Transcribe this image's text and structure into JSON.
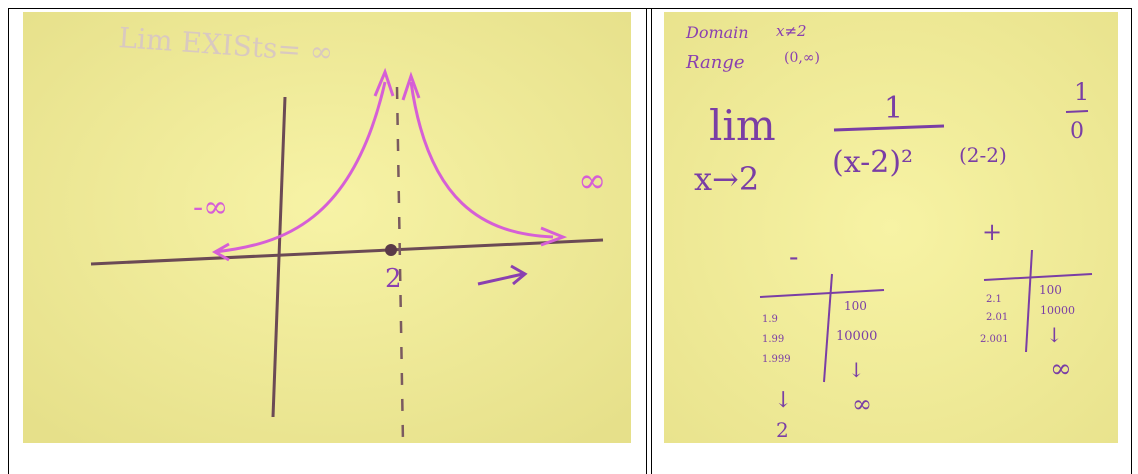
{
  "left_photo": {
    "caption": "Lim EXISts= ∞",
    "left_label": "-∞",
    "right_label": "∞",
    "point_label": "2"
  },
  "right_photo": {
    "domain_label": "Domain",
    "domain_value": "x≠2",
    "range_label": "Range",
    "range_value": "(0,∞)",
    "lim_word": "lim",
    "lim_sub": "x→2",
    "numerator": "1",
    "denominator": "(x-2)²",
    "substitution": "(2-2)",
    "frac_num": "1",
    "frac_den": "0",
    "left_sign": "-",
    "right_sign": "+",
    "left_table": {
      "x": [
        "1.9",
        "1.99",
        "1.999"
      ],
      "y": [
        "100",
        "10000"
      ],
      "arrow_x": "↓",
      "limit_x": "2",
      "arrow_y": "↓",
      "limit_y": "∞"
    },
    "right_table": {
      "x": [
        "2.1",
        "2.01",
        "2.001"
      ],
      "y": [
        "100",
        "10000"
      ],
      "arrow_y": "↓",
      "limit_y": "∞"
    }
  },
  "colors": {
    "paper": "#f3ef9a",
    "ink_dark": "#6b4a55",
    "ink_pink": "#d65fd6",
    "ink_purple": "#8a40b0"
  }
}
